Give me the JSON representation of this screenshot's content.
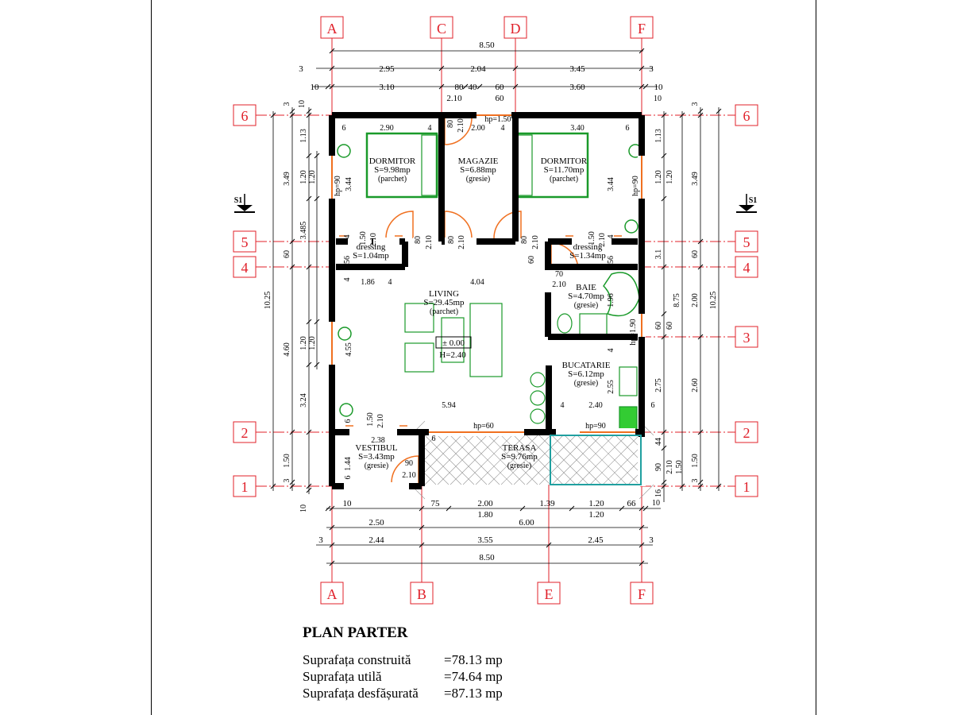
{
  "colors": {
    "wall": "#000000",
    "grid": "#e0202a",
    "furniture": "#1a9a2a",
    "door": "#f07020",
    "glass": "#20a0a0",
    "dim": "#000000"
  },
  "grid": {
    "top_cols": [
      "A",
      "C",
      "D",
      "F"
    ],
    "bottom_cols": [
      "A",
      "B",
      "E",
      "F"
    ],
    "left_rows": [
      "6",
      "5",
      "4",
      "2",
      "1"
    ],
    "right_rows": [
      "6",
      "5",
      "4",
      "3",
      "2",
      "1"
    ],
    "section_mark": "S1"
  },
  "rooms": [
    {
      "name": "DORMITOR",
      "area": "S=9.98mp",
      "floor": "(parchet)"
    },
    {
      "name": "MAGAZIE",
      "area": "S=6.88mp",
      "floor": "(gresie)"
    },
    {
      "name": "DORMITOR",
      "area": "S=11.70mp",
      "floor": "(parchet)"
    },
    {
      "name": "dressing",
      "area": "S=1.04mp",
      "floor": ""
    },
    {
      "name": "dressing",
      "area": "S=1.34mp",
      "floor": ""
    },
    {
      "name": "LIVING",
      "area": "S=29.45mp",
      "floor": "(parchet)"
    },
    {
      "name": "BAIE",
      "area": "S=4.70mp",
      "floor": "(gresie)"
    },
    {
      "name": "BUCATARIE",
      "area": "S=6.12mp",
      "floor": "(gresie)"
    },
    {
      "name": "VESTIBUL",
      "area": "S=3.43mp",
      "floor": "(gresie)"
    },
    {
      "name": "TERASA",
      "area": "S=9.76mp",
      "floor": "(gresie)"
    }
  ],
  "level": {
    "elevation": "± 0.00",
    "height": "H=2.40"
  },
  "dims": {
    "top": [
      "8.50",
      "3",
      "2.95",
      "2.04",
      "3.45",
      "3",
      "10",
      "3.10",
      "80",
      "40",
      "60",
      "3.60",
      "10",
      "2.10",
      "60"
    ],
    "bottom": [
      "10",
      "75",
      "2.00",
      "1.39",
      "1.20",
      "66",
      "1.80",
      "1.20",
      "2.50",
      "6.00",
      "3",
      "2.44",
      "3.55",
      "2.45",
      "3",
      "8.50"
    ],
    "left": [
      "10.25",
      "3",
      "3.49",
      "60",
      "4.60",
      "1.50",
      "3",
      "10",
      "1.13",
      "1.20",
      "3.485",
      "1.20",
      "3.24",
      "10",
      "1.20",
      "1.20"
    ],
    "right": [
      "3",
      "1.13",
      "1.20",
      "3.1",
      "60",
      "2.75",
      "44",
      "90",
      "16",
      "1.20",
      "60",
      "2.10",
      "1.50",
      "8.75",
      "3.49",
      "60",
      "2.00",
      "2.60",
      "1.50",
      "3",
      "10.25",
      "10",
      "10"
    ],
    "interior": [
      "2.90",
      "4",
      "2.00",
      "4",
      "3.40",
      "6",
      "6",
      "hp=1.50",
      "80",
      "2.10",
      "1.86",
      "4",
      "4.04",
      "5.94",
      "4",
      "2.40",
      "hp=60",
      "hp=90",
      "2.38",
      "6",
      "90",
      "2.10",
      "70",
      "2.10",
      "1.96",
      "hp=1.90",
      "4",
      "2.55",
      "6",
      "4.55",
      "hp=90",
      "3.44",
      "3.44",
      "hp=90",
      "4",
      "56",
      "4",
      "56",
      "4",
      "60",
      "80",
      "2.10",
      "80",
      "2.10",
      "80",
      "2.10",
      "1.50",
      "2.10",
      "1.50",
      "2.10",
      "1.50",
      "2.10",
      "1.44",
      "6",
      "6"
    ]
  },
  "summary": {
    "title": "PLAN PARTER",
    "rows": [
      {
        "label": "Suprafața construită",
        "value": "=78.13 mp"
      },
      {
        "label": "Suprafața utilă",
        "value": "=74.64 mp"
      },
      {
        "label": "Suprafața desfășurată",
        "value": "=87.13 mp"
      }
    ]
  }
}
